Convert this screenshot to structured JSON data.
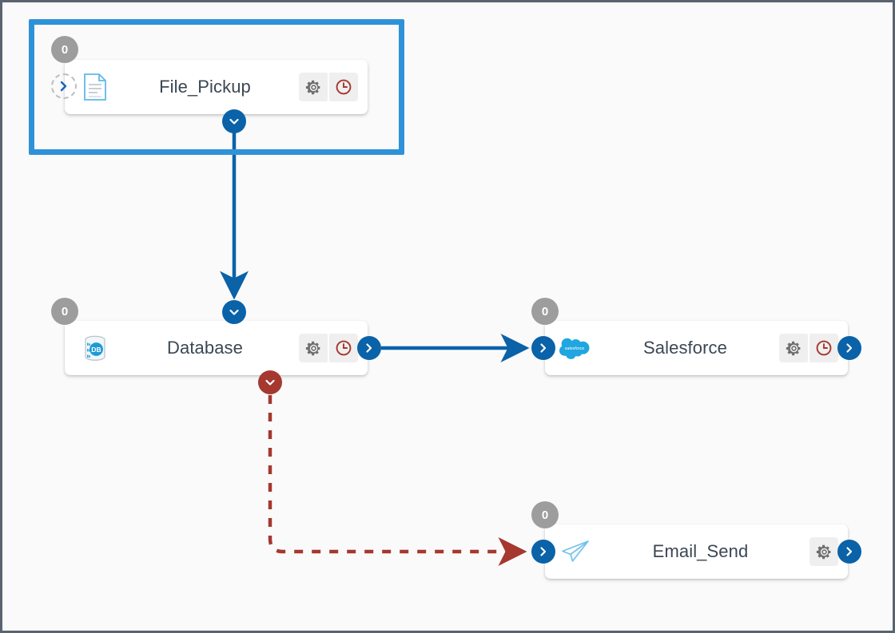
{
  "canvas": {
    "background_color": "#fafafa",
    "border_color": "#5a6470",
    "selection_color": "#2e92d8"
  },
  "colors": {
    "connector_blue": "#0a62a8",
    "connector_red": "#a5382f",
    "badge_gray": "#9d9d9d",
    "gear_gray": "#6e6e6e",
    "clock_red": "#a5382f",
    "icon_blue": "#5fb9e8",
    "salesforce_blue": "#20a6e0"
  },
  "nodes": [
    {
      "id": "file-pickup",
      "label": "File_Pickup",
      "icon": "document-icon",
      "badge": "0",
      "selected": true,
      "actions": [
        {
          "name": "settings-button",
          "icon": "gear-icon"
        },
        {
          "name": "schedule-button",
          "icon": "clock-icon"
        }
      ],
      "ports": {
        "left_ghost": "chevron-right-icon",
        "bottom_success": "chevron-down-icon"
      }
    },
    {
      "id": "database",
      "label": "Database",
      "icon": "database-icon",
      "badge": "0",
      "selected": false,
      "actions": [
        {
          "name": "settings-button",
          "icon": "gear-icon"
        },
        {
          "name": "schedule-button",
          "icon": "clock-icon"
        }
      ],
      "ports": {
        "top_in": "chevron-down-icon",
        "right_out": "chevron-right-icon",
        "bottom_error": "chevron-down-icon"
      }
    },
    {
      "id": "salesforce",
      "label": "Salesforce",
      "icon": "salesforce-icon",
      "badge": "0",
      "selected": false,
      "actions": [
        {
          "name": "settings-button",
          "icon": "gear-icon"
        },
        {
          "name": "schedule-button",
          "icon": "clock-icon"
        }
      ],
      "ports": {
        "left_in": "chevron-right-icon",
        "right_out": "chevron-right-icon"
      }
    },
    {
      "id": "email-send",
      "label": "Email_Send",
      "icon": "paper-plane-icon",
      "badge": "0",
      "selected": false,
      "actions": [
        {
          "name": "settings-button",
          "icon": "gear-icon"
        }
      ],
      "ports": {
        "left_in": "chevron-right-icon",
        "right_out": "chevron-right-icon"
      }
    }
  ],
  "edges": [
    {
      "name": "edge-file-pickup-to-database",
      "from": "file-pickup",
      "to": "database",
      "style": "solid",
      "color": "#0a62a8"
    },
    {
      "name": "edge-database-to-salesforce",
      "from": "database",
      "to": "salesforce",
      "style": "solid",
      "color": "#0a62a8"
    },
    {
      "name": "edge-database-to-email-send",
      "from": "database",
      "to": "email-send",
      "style": "dashed",
      "color": "#a5382f"
    }
  ]
}
